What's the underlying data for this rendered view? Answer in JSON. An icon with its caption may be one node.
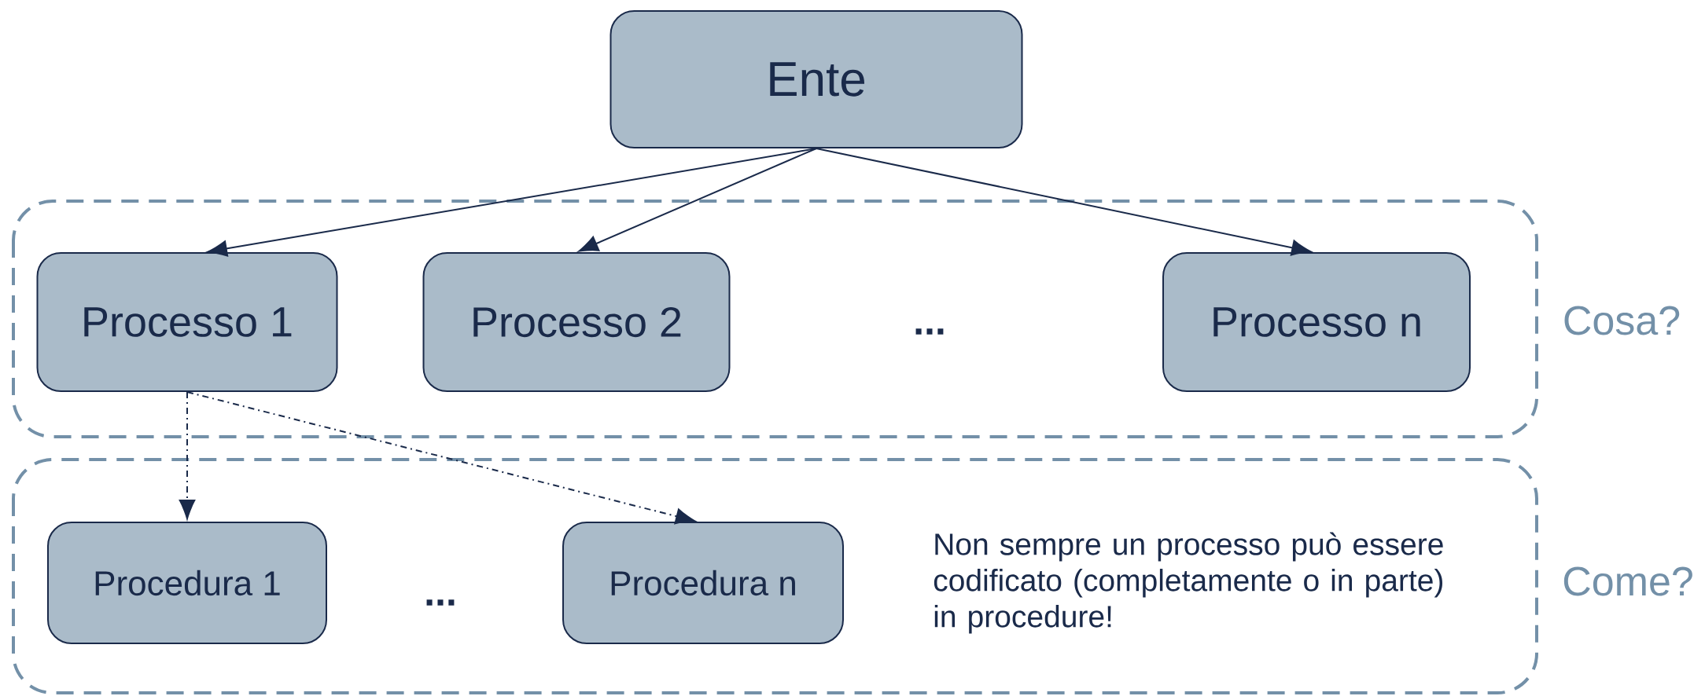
{
  "diagram": {
    "nodes": [
      {
        "text": [
          "Ente"
        ]
      },
      {
        "text": [
          "Cosa?"
        ]
      },
      {
        "text": [
          "Processo 1"
        ],
        "in": 1
      },
      {
        "text": [
          "Processo 2"
        ],
        "in": 1
      },
      {
        "text": [
          "Processo n"
        ],
        "in": 1
      },
      {
        "text": [
          "Come?"
        ]
      },
      {
        "text": [
          "Procedura 1"
        ],
        "in": 5
      },
      {
        "text": [
          "Procedura n"
        ],
        "in": 5
      }
    ],
    "edges": [
      {
        "from": 0,
        "to": 2,
        "arrow": "to"
      },
      {
        "from": 0,
        "to": 3,
        "arrow": "to"
      },
      {
        "from": 0,
        "to": 4,
        "arrow": "to"
      },
      {
        "from": 2,
        "to": 6,
        "arrow": "to",
        "style": "dashed"
      },
      {
        "from": 2,
        "to": 7,
        "arrow": "to",
        "style": "dashed"
      }
    ],
    "labels": [
      "...",
      "...",
      "Non sempre un processo può essere codificato (completamente o in parte) in procedure!"
    ]
  }
}
